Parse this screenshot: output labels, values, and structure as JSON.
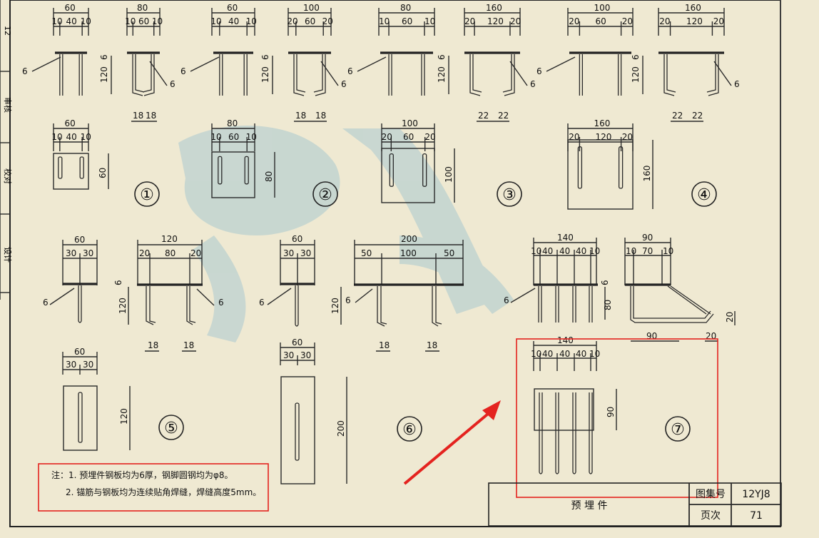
{
  "side_labels": [
    "12",
    "审核",
    "校对",
    "设计"
  ],
  "details": [
    {
      "num": "①",
      "top": {
        "total": "60",
        "parts": [
          "10",
          "40",
          "10"
        ]
      },
      "side": {
        "plate": "6",
        "height": "120"
      },
      "weld": "6",
      "spacing": [
        "18",
        "18"
      ],
      "plan": {
        "total": "60",
        "parts": [
          "10",
          "40",
          "10"
        ],
        "height": "60"
      }
    },
    {
      "num": "②",
      "top": {
        "total": "60",
        "parts": [
          "10",
          "40",
          "10"
        ]
      },
      "side": {
        "plate": "6",
        "height": "120"
      },
      "weld": "6",
      "spacing": [
        "18",
        "18"
      ],
      "plan": {
        "total": "80",
        "parts": [
          "10",
          "60",
          "10"
        ],
        "height": "80"
      }
    },
    {
      "num": "③",
      "top": {
        "total": "80",
        "parts": [
          "10",
          "60",
          "10"
        ]
      },
      "side": {
        "plate": "6",
        "height": "120"
      },
      "weld": "6",
      "spacing": [
        "22",
        "22"
      ],
      "plan": {
        "total": "100",
        "parts": [
          "20",
          "60",
          "20"
        ],
        "height": "100"
      }
    },
    {
      "num": "④",
      "top": {
        "total": "100",
        "parts": [
          "20",
          "60",
          "20"
        ]
      },
      "side": {
        "plate": "6",
        "height": "120"
      },
      "weld": "6",
      "spacing": [
        "22",
        "22"
      ],
      "plan": {
        "total": "160",
        "parts": [
          "20",
          "120",
          "20"
        ],
        "height": "160"
      }
    }
  ],
  "top_row_extra": [
    {
      "total": "80",
      "parts": [
        "10",
        "60",
        "10"
      ]
    },
    {
      "total": "100",
      "parts": [
        "20",
        "60",
        "20"
      ]
    },
    {
      "total": "160",
      "parts": [
        "20",
        "120",
        "20"
      ]
    },
    {
      "total": "160",
      "parts": [
        "20",
        "120",
        "20"
      ]
    }
  ],
  "row2": {
    "d5": {
      "num": "⑤",
      "top": {
        "total": "60",
        "parts": [
          "30",
          "30"
        ]
      },
      "side": {
        "total": "120",
        "parts": [
          "20",
          "80",
          "20"
        ],
        "plate": "6",
        "height": "120"
      },
      "spacing": [
        "18",
        "18"
      ],
      "plan": {
        "total": "60",
        "parts": [
          "30",
          "30"
        ],
        "height": "120"
      },
      "weld": "6"
    },
    "d6": {
      "num": "⑥",
      "top": {
        "total": "60",
        "parts": [
          "30",
          "30"
        ]
      },
      "side": {
        "total": "200",
        "parts": [
          "50",
          "100",
          "50"
        ],
        "plate": "6",
        "height": "120"
      },
      "spacing": [
        "18",
        "18"
      ],
      "plan": {
        "total": "60",
        "parts": [
          "30",
          "30"
        ],
        "height": "200"
      },
      "weld": "6"
    },
    "d7": {
      "num": "⑦",
      "top": {
        "total": "140",
        "parts": [
          "10",
          "40",
          "40",
          "40",
          "10"
        ]
      },
      "side": {
        "total": "90",
        "parts": [
          "10",
          "70",
          "10"
        ],
        "plate": "6",
        "height": "80",
        "hook": "20",
        "base": "90",
        "tail": "20"
      },
      "plan": {
        "total": "140",
        "parts": [
          "10",
          "40",
          "40",
          "40",
          "10"
        ],
        "height": "90"
      },
      "weld": "6"
    }
  },
  "notes": {
    "line1": "注：1. 预埋件钢板均为6厚，钢脚圆钢均为φ8。",
    "line2": "2. 锚筋与钢板均为连续贴角焊缝，焊缝高度5mm。"
  },
  "title_block": {
    "title": "预 埋 件",
    "atlas_label": "图集号",
    "atlas_value": "12YJ8",
    "page_label": "页次",
    "page_value": "71"
  },
  "colors": {
    "paper": "#efe9d2",
    "ink": "#222222",
    "highlight": "#e4231f",
    "watermark": "#a9c9cf"
  }
}
